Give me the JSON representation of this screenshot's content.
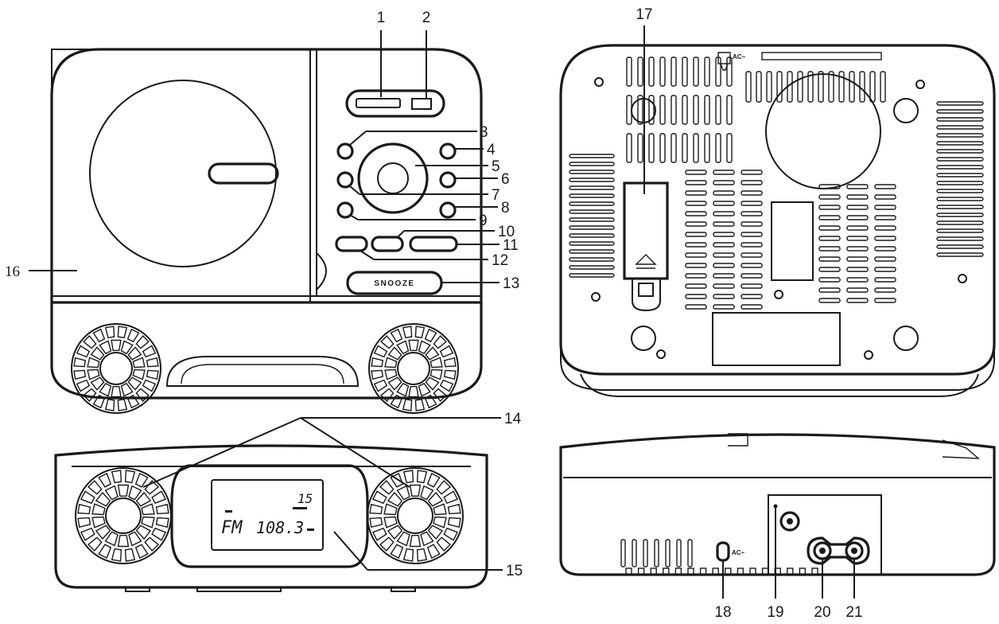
{
  "callouts": [
    {
      "n": "1"
    },
    {
      "n": "2"
    },
    {
      "n": "3"
    },
    {
      "n": "4"
    },
    {
      "n": "5"
    },
    {
      "n": "6"
    },
    {
      "n": "7"
    },
    {
      "n": "8"
    },
    {
      "n": "9"
    },
    {
      "n": "10"
    },
    {
      "n": "11"
    },
    {
      "n": "12"
    },
    {
      "n": "13"
    },
    {
      "n": "14"
    },
    {
      "n": "15"
    },
    {
      "n": "16"
    },
    {
      "n": "17"
    },
    {
      "n": "18"
    },
    {
      "n": "19"
    },
    {
      "n": "20"
    },
    {
      "n": "21"
    }
  ],
  "snooze_label": "SNOOZE",
  "display": {
    "band": "FM",
    "frequency": "108.3",
    "preset": "15"
  },
  "ac_label": "AC~"
}
